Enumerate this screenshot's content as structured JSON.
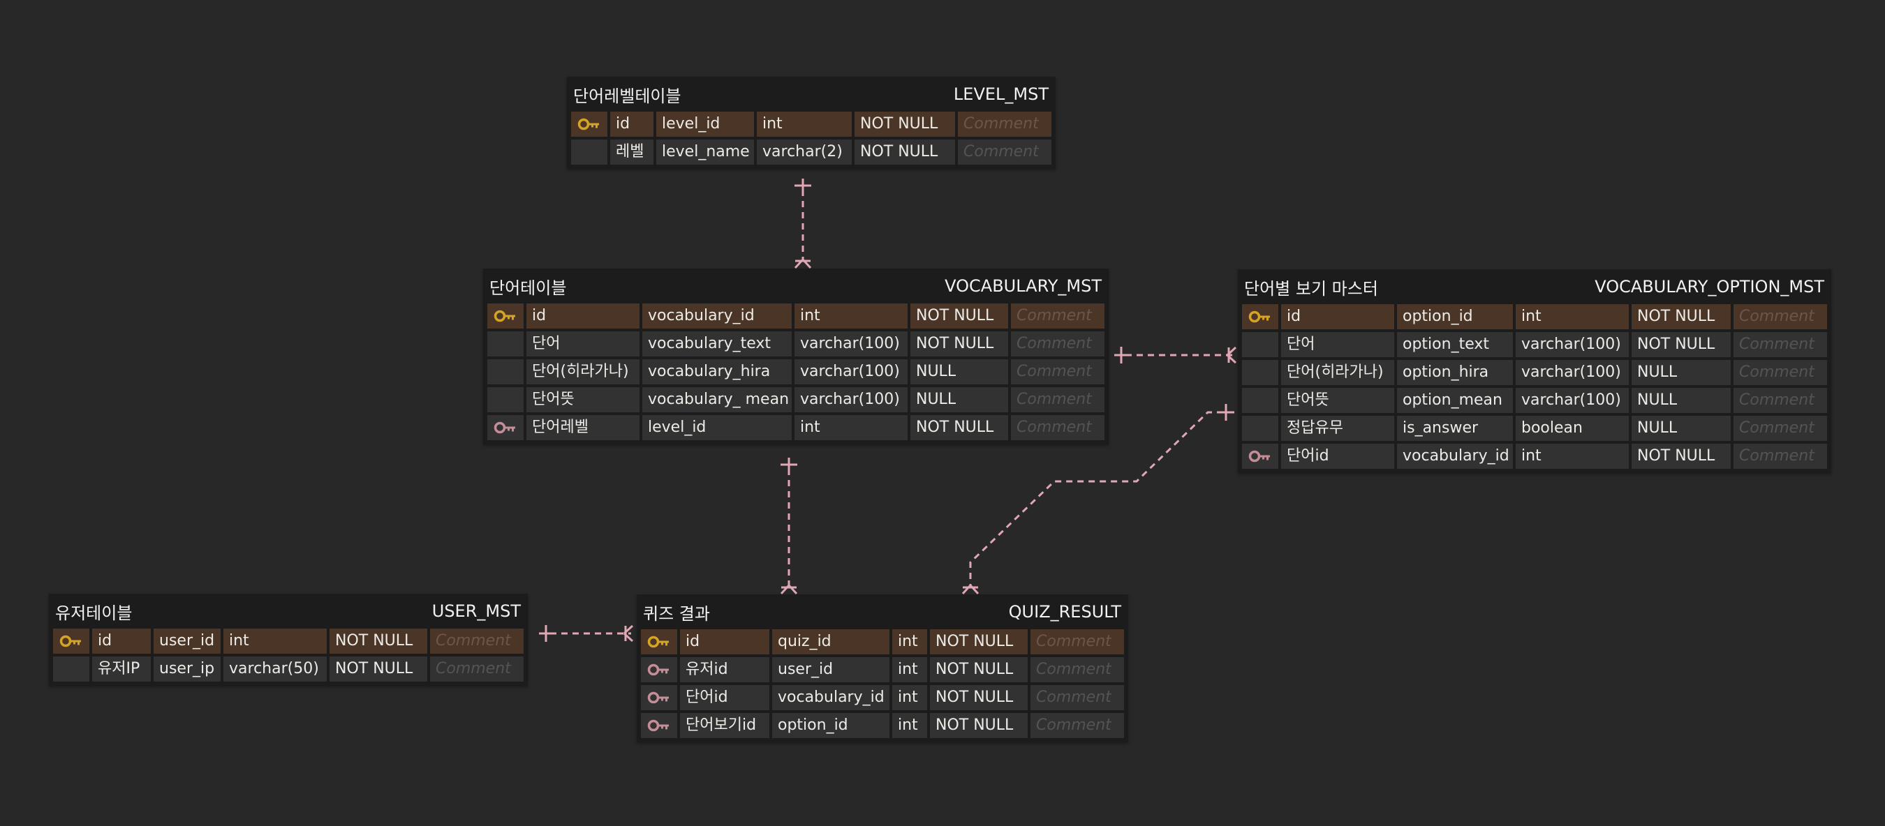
{
  "colors": {
    "background": "#282828",
    "table_bg": "#1c1c1c",
    "cell_bg": "#323232",
    "pk_row_bg": "#4a3527",
    "primary_key_icon": "#d6a425",
    "foreign_key_icon": "#c58d98",
    "relation_line": "#e0a7b4"
  },
  "tables": [
    {
      "id": "level_mst",
      "label": "단어레벨테이블",
      "name": "LEVEL_MST",
      "columns": [
        {
          "key": "primary-key-icon",
          "logical": "id",
          "physical": "level_id",
          "type": "int",
          "nullable": "NOT NULL",
          "comment": "Comment"
        },
        {
          "key": "",
          "logical": "레벨",
          "physical": "level_name",
          "type": "varchar(2)",
          "nullable": "NOT NULL",
          "comment": "Comment"
        }
      ]
    },
    {
      "id": "vocabulary_mst",
      "label": "단어테이블",
      "name": "VOCABULARY_MST",
      "columns": [
        {
          "key": "primary-key-icon",
          "logical": "id",
          "physical": "vocabulary_id",
          "type": "int",
          "nullable": "NOT NULL",
          "comment": "Comment"
        },
        {
          "key": "",
          "logical": "단어",
          "physical": "vocabulary_text",
          "type": "varchar(100)",
          "nullable": "NOT NULL",
          "comment": "Comment"
        },
        {
          "key": "",
          "logical": "단어(히라가나)",
          "physical": "vocabulary_hira",
          "type": "varchar(100)",
          "nullable": "NULL",
          "comment": "Comment"
        },
        {
          "key": "",
          "logical": "단어뜻",
          "physical": "vocabulary_ mean",
          "type": "varchar(100)",
          "nullable": "NULL",
          "comment": "Comment"
        },
        {
          "key": "foreign-key-icon",
          "logical": "단어레벨",
          "physical": "level_id",
          "type": "int",
          "nullable": "NOT NULL",
          "comment": "Comment"
        }
      ]
    },
    {
      "id": "vocabulary_option_mst",
      "label": "단어별 보기 마스터",
      "name": "VOCABULARY_OPTION_MST",
      "columns": [
        {
          "key": "primary-key-icon",
          "logical": "id",
          "physical": "option_id",
          "type": "int",
          "nullable": "NOT NULL",
          "comment": "Comment"
        },
        {
          "key": "",
          "logical": "단어",
          "physical": "option_text",
          "type": "varchar(100)",
          "nullable": "NOT NULL",
          "comment": "Comment"
        },
        {
          "key": "",
          "logical": "단어(히라가나)",
          "physical": "option_hira",
          "type": "varchar(100)",
          "nullable": "NULL",
          "comment": "Comment"
        },
        {
          "key": "",
          "logical": "단어뜻",
          "physical": "option_mean",
          "type": "varchar(100)",
          "nullable": "NULL",
          "comment": "Comment"
        },
        {
          "key": "",
          "logical": "정답유무",
          "physical": "is_answer",
          "type": "boolean",
          "nullable": "NULL",
          "comment": "Comment"
        },
        {
          "key": "foreign-key-icon",
          "logical": "단어id",
          "physical": "vocabulary_id",
          "type": "int",
          "nullable": "NOT NULL",
          "comment": "Comment"
        }
      ]
    },
    {
      "id": "user_mst",
      "label": "유저테이블",
      "name": "USER_MST",
      "columns": [
        {
          "key": "primary-key-icon",
          "logical": "id",
          "physical": "user_id",
          "type": "int",
          "nullable": "NOT NULL",
          "comment": "Comment"
        },
        {
          "key": "",
          "logical": "유저IP",
          "physical": "user_ip",
          "type": "varchar(50)",
          "nullable": "NOT NULL",
          "comment": "Comment"
        }
      ]
    },
    {
      "id": "quiz_result",
      "label": "퀴즈 결과",
      "name": "QUIZ_RESULT",
      "columns": [
        {
          "key": "primary-key-icon",
          "logical": "id",
          "physical": "quiz_id",
          "type": "int",
          "nullable": "NOT NULL",
          "comment": "Comment"
        },
        {
          "key": "foreign-key-icon",
          "logical": "유저id",
          "physical": "user_id",
          "type": "int",
          "nullable": "NOT NULL",
          "comment": "Comment"
        },
        {
          "key": "foreign-key-icon",
          "logical": "단어id",
          "physical": "vocabulary_id",
          "type": "int",
          "nullable": "NOT NULL",
          "comment": "Comment"
        },
        {
          "key": "foreign-key-icon",
          "logical": "단어보기id",
          "physical": "option_id",
          "type": "int",
          "nullable": "NOT NULL",
          "comment": "Comment"
        }
      ]
    }
  ],
  "relations": [
    {
      "from": "LEVEL_MST",
      "to": "VOCABULARY_MST",
      "cardinality": "one-to-many",
      "style": "dashed"
    },
    {
      "from": "VOCABULARY_MST",
      "to": "VOCABULARY_OPTION_MST",
      "cardinality": "one-to-many",
      "style": "dashed"
    },
    {
      "from": "VOCABULARY_MST",
      "to": "QUIZ_RESULT",
      "cardinality": "one-to-many",
      "style": "dashed"
    },
    {
      "from": "VOCABULARY_OPTION_MST",
      "to": "QUIZ_RESULT",
      "cardinality": "one-to-many",
      "style": "dashed"
    },
    {
      "from": "USER_MST",
      "to": "QUIZ_RESULT",
      "cardinality": "one-to-many",
      "style": "dashed"
    }
  ]
}
